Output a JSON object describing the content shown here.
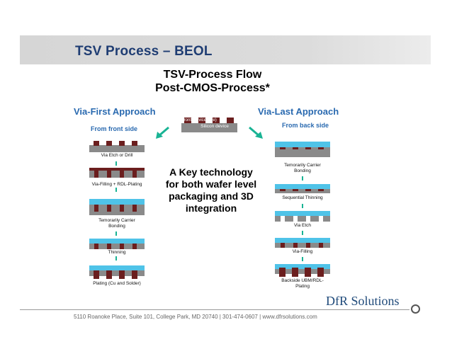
{
  "slide": {
    "title": "TSV Process – BEOL"
  },
  "flow": {
    "title_line1": "TSV-Process Flow",
    "title_line2": "Post-CMOS-Process*"
  },
  "center": {
    "device_label_line1": "front (device side)",
    "device_label_line2": "Silicon device",
    "text_line1": "A Key technology",
    "text_line2": "for both wafer level",
    "text_line3": "packaging and 3D",
    "text_line4": "integration"
  },
  "via_first": {
    "heading": "Via-First Approach",
    "side": "From  front side",
    "steps": [
      "Via Etch or Drill",
      "Via-Filling + RDL-Plating",
      "Temorarily Carrier",
      "Bonding",
      "Thinning",
      "Plating (Cu and Solder)"
    ]
  },
  "via_last": {
    "heading": "Via-Last Approach",
    "side": "From  back side",
    "steps": [
      "Temorarily Carrier",
      "Bonding",
      "Sequential Thinning",
      "Via Etch",
      "Via-Filling",
      "Backside UBM/RDL-",
      "Plating"
    ]
  },
  "footer": {
    "logo": "DfR Solutions",
    "address": "5110 Roanoke Place, Suite 101, College Park, MD 20740  |  301-474-0607  |  www.dfrsolutions.com"
  },
  "colors": {
    "title": "#1f3d73",
    "approach": "#2a6ab0",
    "silicon": "#8a8a8a",
    "via": "#6b1e1e",
    "carrier": "#4fc3e8",
    "arrow": "#19b394"
  }
}
